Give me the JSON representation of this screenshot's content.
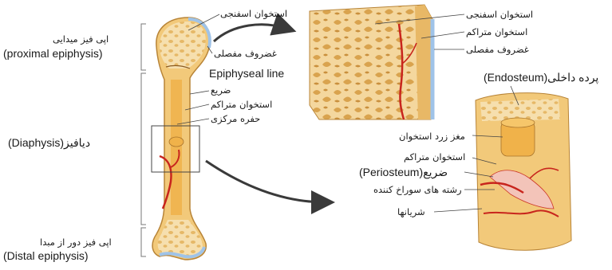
{
  "colors": {
    "bone": "#f2c97a",
    "bone_dark": "#d9a34e",
    "spongy": "#f6dfae",
    "cartilage": "#9fc3e8",
    "vessel": "#c8251d",
    "marrow": "#f0b24a",
    "line": "#333333",
    "arrow": "#3a3a3a"
  },
  "left_labels": {
    "proximal_fa": "اپی فیز میدایی",
    "proximal_en": "(proximal epiphysis)",
    "diaphysis": "(Diaphysis)دیافیز",
    "distal_fa": "اپی فیز دور از مبدا",
    "distal_en": "(Distal epiphysis)"
  },
  "bone_labels": {
    "spongy": "استخوان اسفنجی",
    "cartilage": "غضروف مفصلی",
    "epiphyseal_line": "Epiphyseal line",
    "periosteum": "ضریع",
    "compact": "استخوان متراکم",
    "medullary": "حفره مرکزی"
  },
  "top_detail_labels": {
    "spongy": "استخوان اسفنجی",
    "compact": "استخوان متراکم",
    "cartilage": "غضروف مفصلی"
  },
  "bottom_detail_labels": {
    "endosteum": "(Endosteum)پرده داخلی",
    "yellow_marrow": "مغز زرد استخوان",
    "compact": "استخوان متراکم",
    "periosteum": "(Periosteum)ضریع",
    "perforating": "رشته های سوراخ کننده",
    "arteries": "شریانها"
  }
}
